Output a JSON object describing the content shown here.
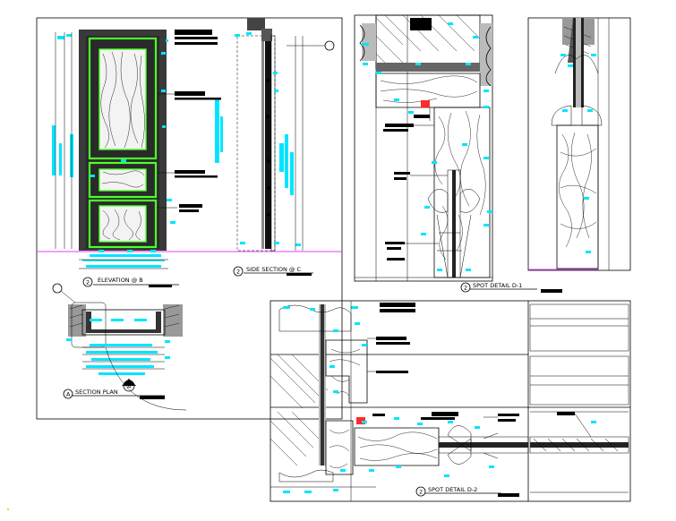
{
  "colors": {
    "dimension": "#00e5ff",
    "panel_molding": "#4cff2a",
    "floor_line": "#e040fb",
    "highlight": "#ff2a2a",
    "linework": "#000000"
  },
  "views": {
    "elevation": {
      "tag": "2",
      "title": "ELEVATION @ B"
    },
    "side_section": {
      "tag": "2",
      "title": "SIDE SECTION @ C"
    },
    "section_plan": {
      "tag": "A",
      "title": "SECTION PLAN"
    },
    "spot_detail_1": {
      "tag": "2",
      "title": "SPOT DETAIL D-1"
    },
    "spot_detail_2": {
      "tag": "2",
      "title": "SPOT DETAIL D-2"
    }
  },
  "section_marker": {
    "tag": "A"
  }
}
